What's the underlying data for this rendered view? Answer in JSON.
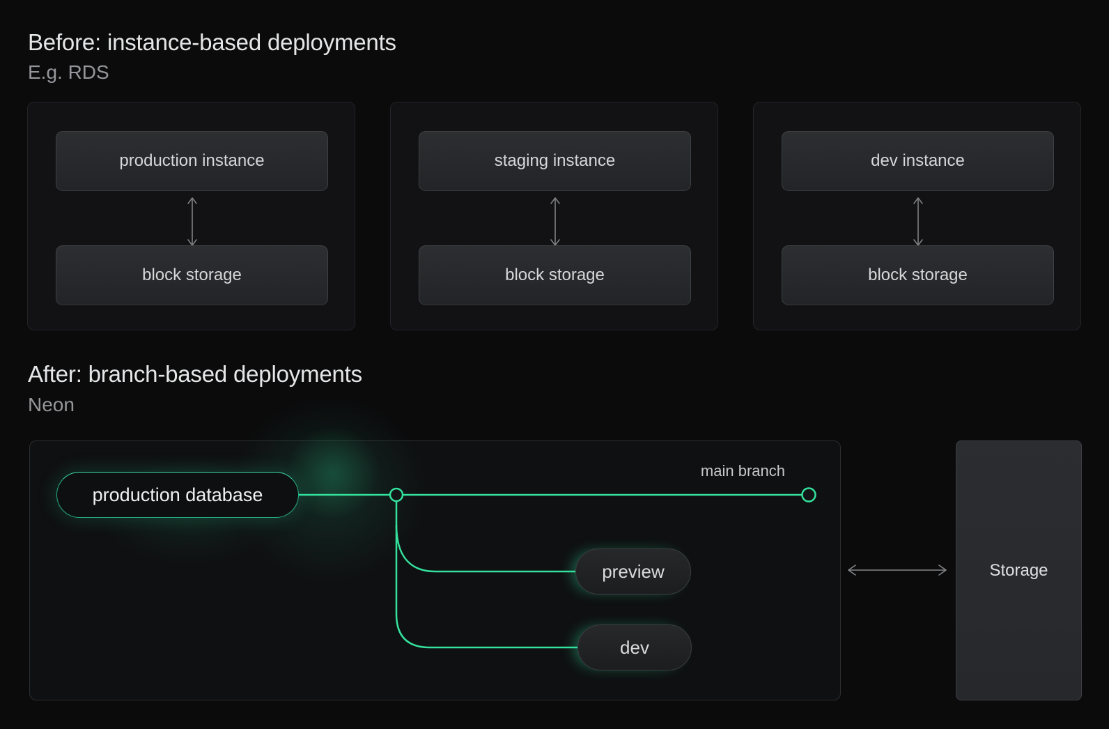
{
  "before": {
    "title": "Before: instance-based deployments",
    "subtitle": "E.g. RDS",
    "cards": [
      {
        "top": "production instance",
        "bottom": "block storage"
      },
      {
        "top": "staging instance",
        "bottom": "block storage"
      },
      {
        "top": "dev instance",
        "bottom": "block storage"
      }
    ]
  },
  "after": {
    "title": "After: branch-based deployments",
    "subtitle": "Neon",
    "production_label": "production database",
    "main_branch_label": "main branch",
    "branches": [
      {
        "label": "preview"
      },
      {
        "label": "dev"
      }
    ],
    "storage_label": "Storage"
  },
  "colors": {
    "accent_green": "#34e29e",
    "arrow_gray": "#85878a",
    "background": "#0b0b0c"
  }
}
